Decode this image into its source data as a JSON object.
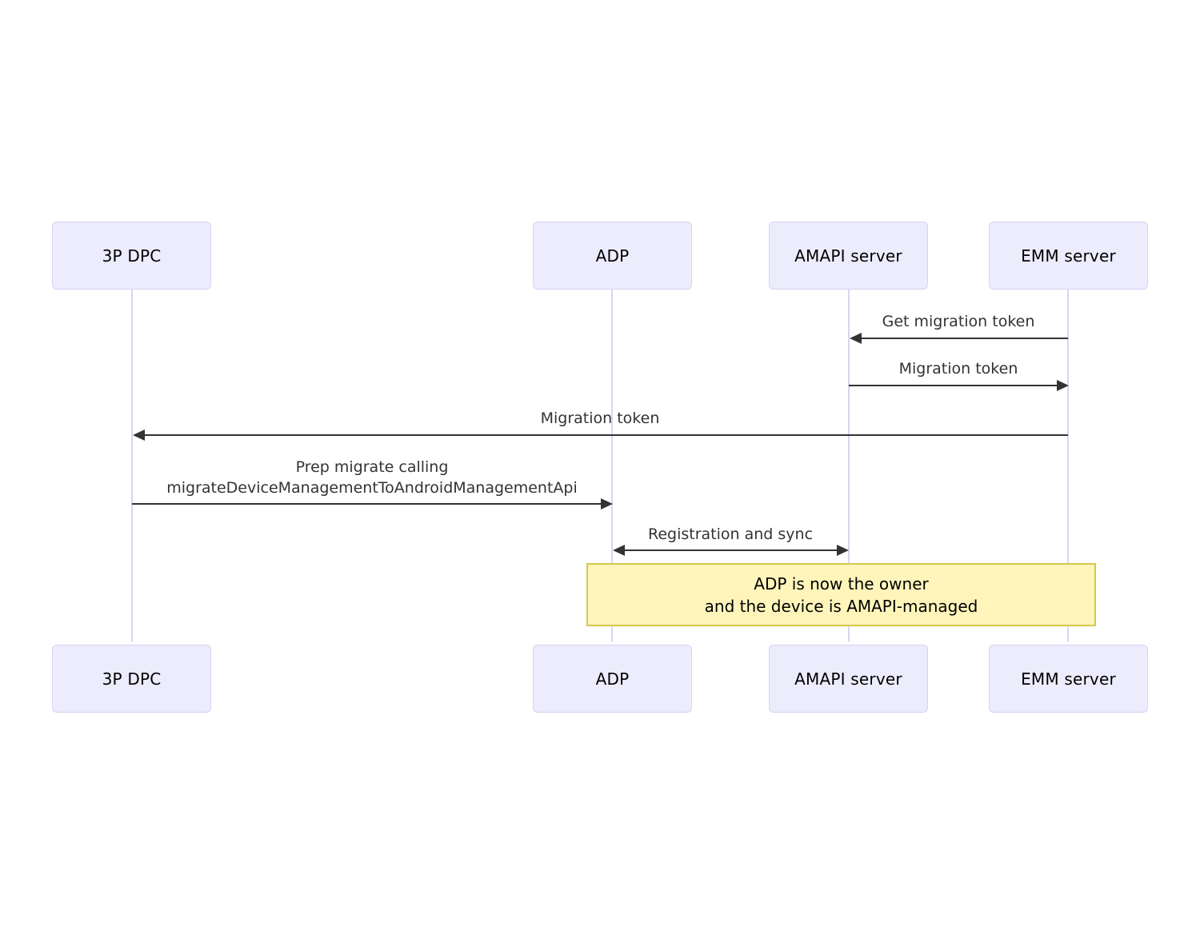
{
  "diagram": {
    "type": "sequence-diagram",
    "background_color": "#ffffff",
    "participant_fill": "#ececfd",
    "participant_border": "#d6d3f0",
    "lifeline_color": "#d9d4f5",
    "arrow_color": "#333333",
    "note_fill": "#fff5bb",
    "note_border": "#d4c84a"
  },
  "participants": [
    {
      "id": "dpc",
      "label": "3P DPC"
    },
    {
      "id": "adp",
      "label": "ADP"
    },
    {
      "id": "amapi",
      "label": "AMAPI server"
    },
    {
      "id": "emm",
      "label": "EMM server"
    }
  ],
  "participants_bottom": [
    {
      "id": "dpc",
      "label": "3P DPC"
    },
    {
      "id": "adp",
      "label": "ADP"
    },
    {
      "id": "amapi",
      "label": "AMAPI server"
    },
    {
      "id": "emm",
      "label": "EMM server"
    }
  ],
  "messages": [
    {
      "id": "m1",
      "label": "Get migration token",
      "from": "EMM server",
      "to": "AMAPI server",
      "direction": "left"
    },
    {
      "id": "m2",
      "label": "Migration token",
      "from": "AMAPI server",
      "to": "EMM server",
      "direction": "right"
    },
    {
      "id": "m3",
      "label": "Migration token",
      "from": "EMM server",
      "to": "3P DPC",
      "direction": "left"
    },
    {
      "id": "m4",
      "label": "Prep migrate calling\nmigrateDeviceManagementToAndroidManagementApi",
      "from": "3P DPC",
      "to": "ADP",
      "direction": "right"
    },
    {
      "id": "m5",
      "label": "Registration and sync",
      "from": "ADP",
      "to": "AMAPI server",
      "direction": "both"
    }
  ],
  "notes": [
    {
      "id": "n1",
      "line1": "ADP is now the owner",
      "line2": "and the device is AMAPI-managed"
    }
  ]
}
